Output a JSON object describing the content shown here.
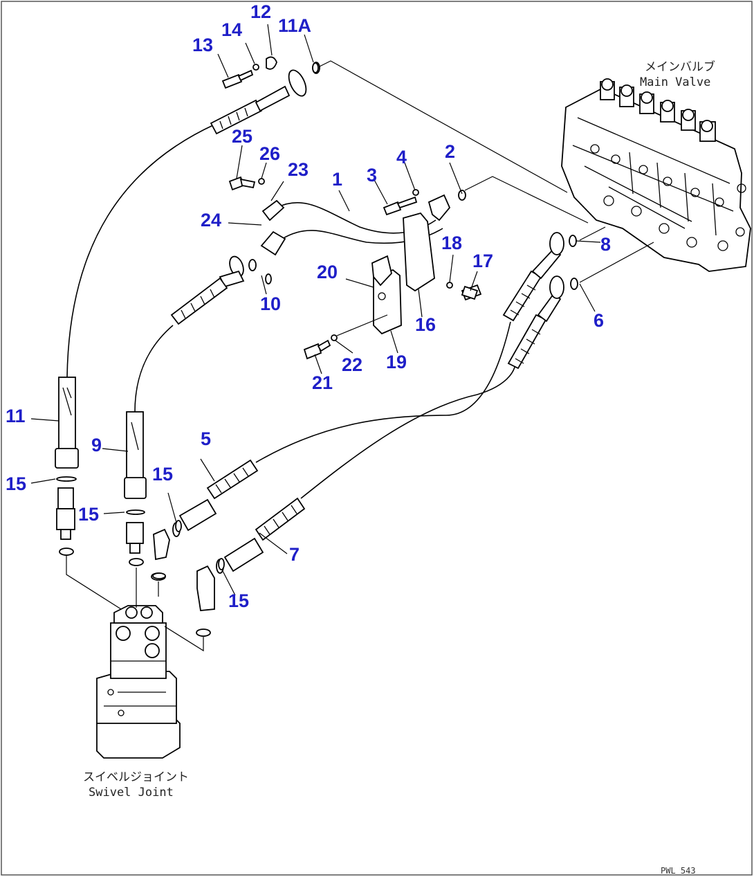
{
  "diagram": {
    "labels": {
      "main_valve_jp": "メインバルブ",
      "main_valve_en": "Main Valve",
      "swivel_joint_jp": "スイベルジョイント",
      "swivel_joint_en": "Swivel Joint",
      "sheet_code": "PWL 543"
    },
    "callouts": [
      {
        "id": "c1",
        "text": "1"
      },
      {
        "id": "c2",
        "text": "2"
      },
      {
        "id": "c3",
        "text": "3"
      },
      {
        "id": "c4",
        "text": "4"
      },
      {
        "id": "c5",
        "text": "5"
      },
      {
        "id": "c6",
        "text": "6"
      },
      {
        "id": "c7",
        "text": "7"
      },
      {
        "id": "c8",
        "text": "8"
      },
      {
        "id": "c9",
        "text": "9"
      },
      {
        "id": "c10",
        "text": "10"
      },
      {
        "id": "c11",
        "text": "11"
      },
      {
        "id": "c11a",
        "text": "11A"
      },
      {
        "id": "c12",
        "text": "12"
      },
      {
        "id": "c13",
        "text": "13"
      },
      {
        "id": "c14",
        "text": "14"
      },
      {
        "id": "c15a",
        "text": "15"
      },
      {
        "id": "c15b",
        "text": "15"
      },
      {
        "id": "c15c",
        "text": "15"
      },
      {
        "id": "c15d",
        "text": "15"
      },
      {
        "id": "c16",
        "text": "16"
      },
      {
        "id": "c17",
        "text": "17"
      },
      {
        "id": "c18",
        "text": "18"
      },
      {
        "id": "c19",
        "text": "19"
      },
      {
        "id": "c20",
        "text": "20"
      },
      {
        "id": "c21",
        "text": "21"
      },
      {
        "id": "c22",
        "text": "22"
      },
      {
        "id": "c23",
        "text": "23"
      },
      {
        "id": "c24",
        "text": "24"
      },
      {
        "id": "c25",
        "text": "25"
      },
      {
        "id": "c26",
        "text": "26"
      }
    ]
  },
  "colors": {
    "callout": "#1f1fc8",
    "line": "#000000",
    "background": "#ffffff",
    "frame": "#555555"
  }
}
